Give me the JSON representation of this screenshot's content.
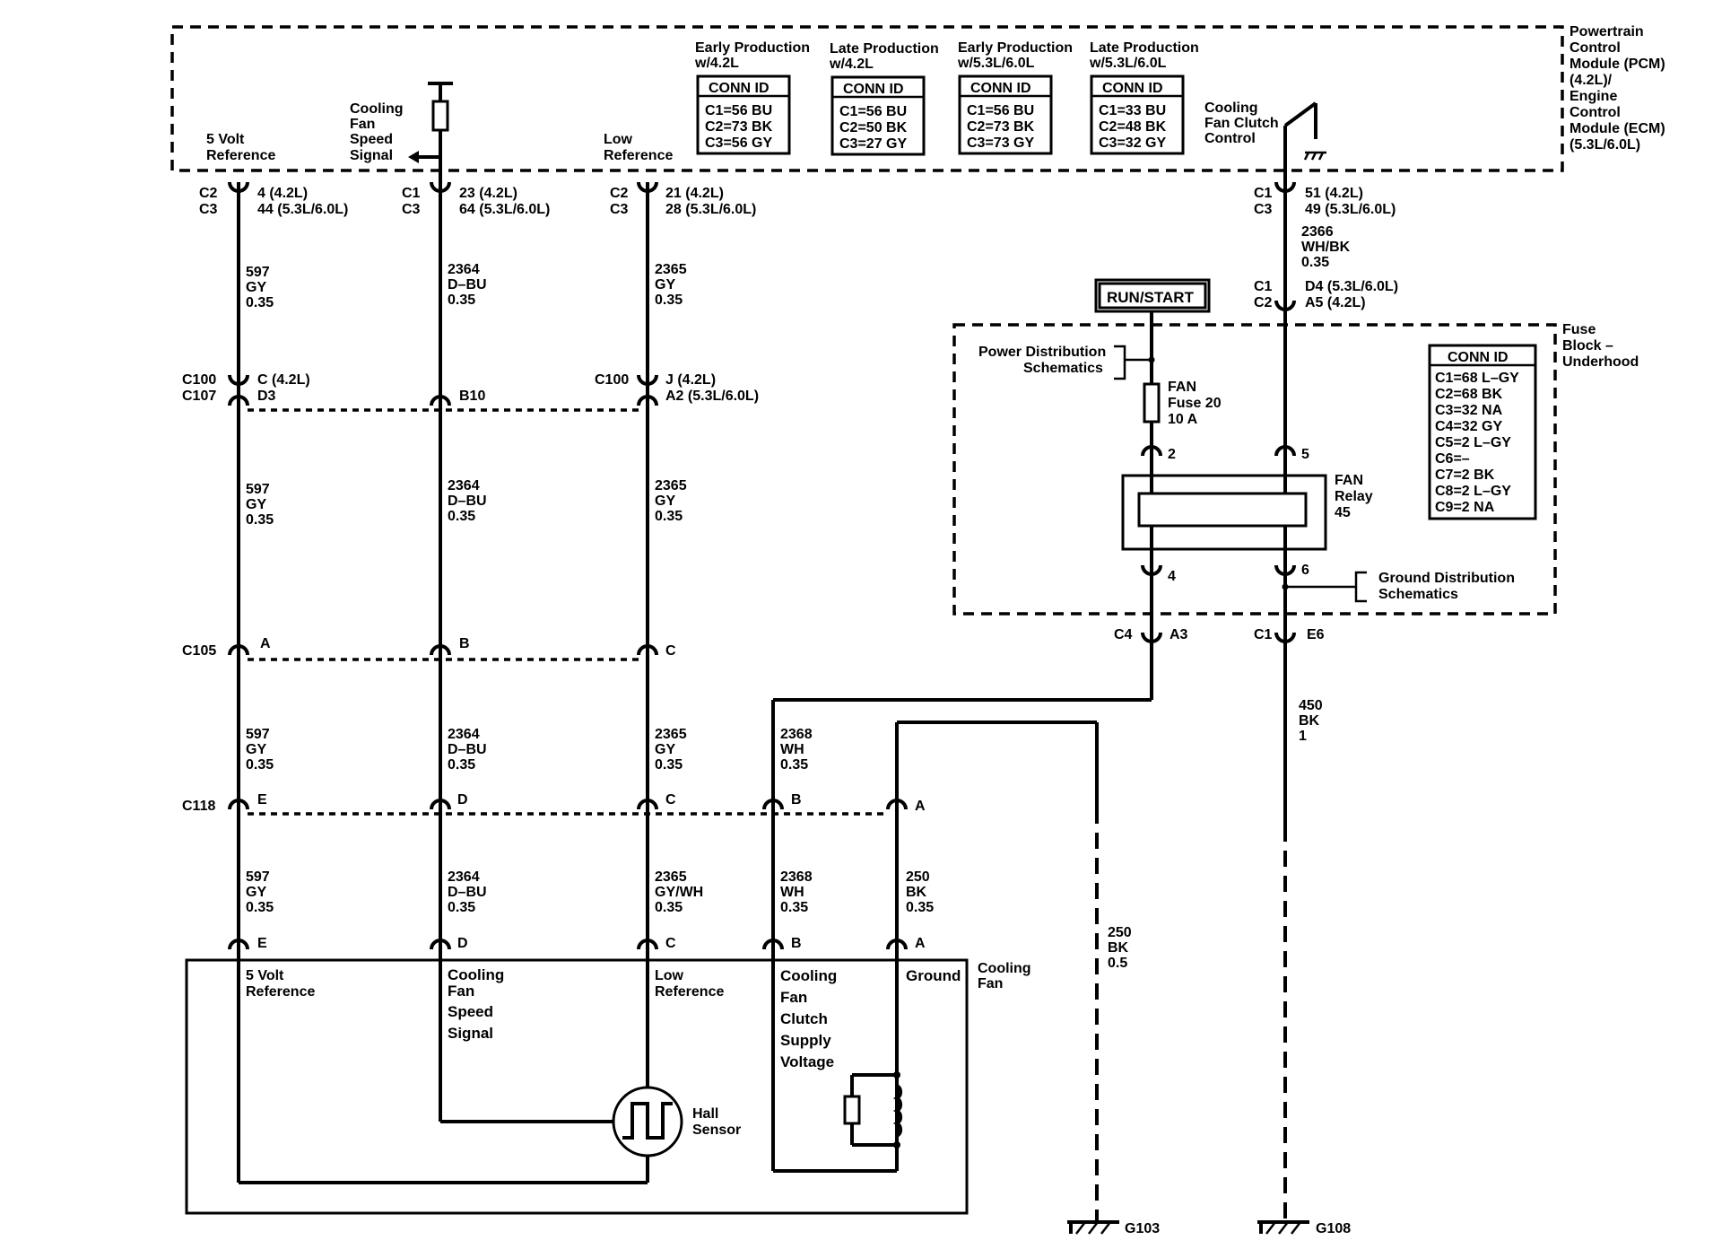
{
  "modules": {
    "pcm": [
      "Powertrain",
      "Control",
      "Module (PCM)",
      "(4.2L)/",
      "Engine",
      "Control",
      "Module (ECM)",
      "(5.3L/6.0L)"
    ],
    "fuse_block": [
      "Fuse",
      "Block –",
      "Underhood"
    ],
    "cooling_fan": [
      "Cooling",
      "Fan"
    ]
  },
  "conn_tables": [
    {
      "header": [
        "Early Production",
        "w/4.2L"
      ],
      "title": "CONN ID",
      "rows": [
        "C1=56 BU",
        "C2=73 BK",
        "C3=56 GY"
      ]
    },
    {
      "header": [
        "Late Production",
        "w/4.2L"
      ],
      "title": "CONN ID",
      "rows": [
        "C1=56 BU",
        "C2=50 BK",
        "C3=27 GY"
      ]
    },
    {
      "header": [
        "Early Production",
        "w/5.3L/6.0L"
      ],
      "title": "CONN ID",
      "rows": [
        "C1=56 BU",
        "C2=73 BK",
        "C3=73 GY"
      ]
    },
    {
      "header": [
        "Late Production",
        "w/5.3L/6.0L"
      ],
      "title": "CONN ID",
      "rows": [
        "C1=33 BU",
        "C2=48 BK",
        "C3=32 GY"
      ]
    }
  ],
  "fuse_conn_table": {
    "title": "CONN ID",
    "rows": [
      "C1=68 L–GY",
      "C2=68 BK",
      "C3=32 NA",
      "C4=32 GY",
      "C5=2 L–GY",
      "C6=–",
      "C7=2 BK",
      "C8=2 L–GY",
      "C9=2 NA"
    ]
  },
  "pcm_signals": {
    "five_volt": [
      "5 Volt",
      "Reference"
    ],
    "speed": [
      "Cooling",
      "Fan",
      "Speed",
      "Signal"
    ],
    "low_ref": [
      "Low",
      "Reference"
    ],
    "clutch": [
      "Cooling",
      "Fan Clutch",
      "Control"
    ]
  },
  "pcm_pins": {
    "c1": {
      "conns": [
        "C2",
        "C3"
      ],
      "pins": [
        "4  (4.2L)",
        "44 (5.3L/6.0L)"
      ]
    },
    "c2": {
      "conns": [
        "C1",
        "C3"
      ],
      "pins": [
        "23 (4.2L)",
        "64 (5.3L/6.0L)"
      ]
    },
    "c3": {
      "conns": [
        "C2",
        "C3"
      ],
      "pins": [
        "21 (4.2L)",
        "28 (5.3L/6.0L)"
      ]
    },
    "c4": {
      "conns": [
        "C1",
        "C3"
      ],
      "pins": [
        "51 (4.2L)",
        "49 (5.3L/6.0L)"
      ]
    }
  },
  "wires": {
    "w597": [
      "597",
      "GY",
      "0.35"
    ],
    "w2364": [
      "2364",
      "D–BU",
      "0.35"
    ],
    "w2365": [
      "2365",
      "GY",
      "0.35"
    ],
    "w2365b": [
      "2365",
      "GY/WH",
      "0.35"
    ],
    "w2366": [
      "2366",
      "WH/BK",
      "0.35"
    ],
    "w2368": [
      "2368",
      "WH",
      "0.35"
    ],
    "w250a": [
      "250",
      "BK",
      "0.35"
    ],
    "w250b": [
      "250",
      "BK",
      "0.5"
    ],
    "w450": [
      "450",
      "BK",
      "1"
    ]
  },
  "inline": {
    "c100a": {
      "conn": "C100",
      "pin": "C (4.2L)"
    },
    "c107a": {
      "conn": "C107",
      "pin": "D3"
    },
    "c107b": {
      "pin": "B10"
    },
    "c100c": {
      "conn": "C100",
      "pin": "J (4.2L)"
    },
    "c107c": {
      "pin": "A2 (5.3L/6.0L)"
    },
    "c105": {
      "conn": "C105",
      "pins": [
        "A",
        "B",
        "C"
      ]
    },
    "c118": {
      "conn": "C118",
      "pins": [
        "E",
        "D",
        "C",
        "B",
        "A"
      ]
    },
    "fan_pins": [
      "E",
      "D",
      "C",
      "B",
      "A"
    ],
    "fuse_top": {
      "conns": [
        "C1",
        "C2"
      ],
      "pins": [
        "D4 (5.3L/6.0L)",
        "A5 (4.2L)"
      ]
    },
    "c4": {
      "conn": "C4",
      "pin": "A3"
    },
    "c1": {
      "conn": "C1",
      "pin": "E6"
    }
  },
  "fuse_block_items": {
    "run_start": "RUN/START",
    "power_dist": [
      "Power Distribution",
      "Schematics"
    ],
    "fuse": [
      "FAN",
      "Fuse 20",
      "10 A"
    ],
    "relay": [
      "FAN",
      "Relay",
      "45"
    ],
    "ground_dist": [
      "Ground Distribution",
      "Schematics"
    ],
    "relay_pins": [
      "2",
      "5",
      "4",
      "6"
    ]
  },
  "fan_labels": {
    "five_volt": [
      "5 Volt",
      "Reference"
    ],
    "speed": [
      "Cooling",
      "Fan",
      "Speed",
      "Signal"
    ],
    "low_ref": [
      "Low",
      "Reference"
    ],
    "clutch": [
      "Cooling",
      "Fan",
      "Clutch",
      "Supply",
      "Voltage"
    ],
    "ground": "Ground",
    "hall": [
      "Hall",
      "Sensor"
    ]
  },
  "grounds": {
    "g103": "G103",
    "g108": "G108"
  }
}
